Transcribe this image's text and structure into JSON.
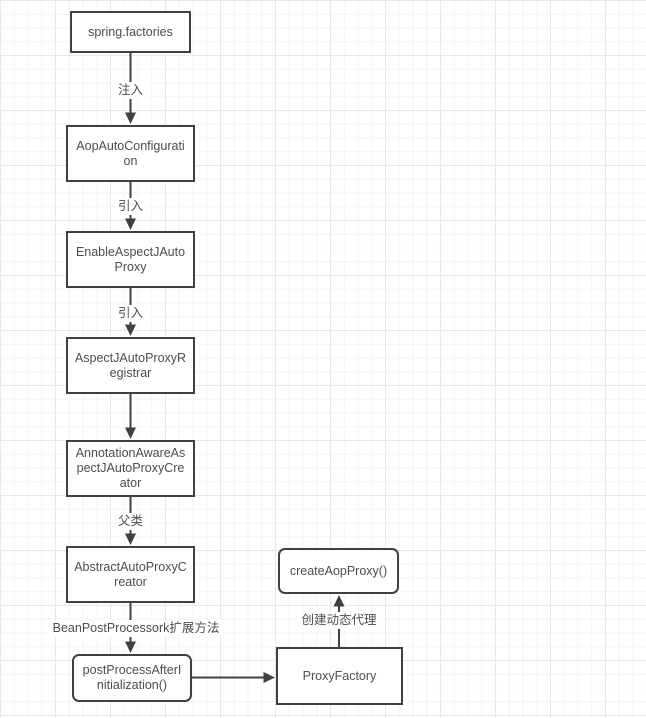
{
  "diagram": {
    "type": "flowchart",
    "nodes": [
      {
        "id": "spring_factories",
        "label": "spring.factories",
        "shape": "rect"
      },
      {
        "id": "aop_auto_configuration",
        "label": "AopAutoConfiguration",
        "shape": "rect"
      },
      {
        "id": "enable_aspectj_auto_proxy",
        "label": "EnableAspectJAutoProxy",
        "shape": "rect"
      },
      {
        "id": "aspectj_auto_proxy_registrar",
        "label": "AspectJAutoProxyRegistrar",
        "shape": "rect"
      },
      {
        "id": "annotation_aware_aspectj_auto_proxy_creator",
        "label": "AnnotationAwareAspectJAutoProxyCreator",
        "shape": "rect"
      },
      {
        "id": "abstract_auto_proxy_creator",
        "label": "AbstractAutoProxyCreator",
        "shape": "rect"
      },
      {
        "id": "post_process_after_initialization",
        "label": "postProcessAfterInitialization()",
        "shape": "rounded"
      },
      {
        "id": "proxy_factory",
        "label": "ProxyFactory",
        "shape": "rect"
      },
      {
        "id": "create_aop_proxy",
        "label": "createAopProxy()",
        "shape": "rounded"
      }
    ],
    "edges": [
      {
        "from": "spring.factories",
        "to": "AopAutoConfiguration",
        "label": "注入",
        "direction": "down"
      },
      {
        "from": "AopAutoConfiguration",
        "to": "EnableAspectJAutoProxy",
        "label": "引入",
        "direction": "down"
      },
      {
        "from": "EnableAspectJAutoProxy",
        "to": "AspectJAutoProxyRegistrar",
        "label": "引入",
        "direction": "down"
      },
      {
        "from": "AspectJAutoProxyRegistrar",
        "to": "AnnotationAwareAspectJAutoProxyCreator",
        "label": "",
        "direction": "down"
      },
      {
        "from": "AnnotationAwareAspectJAutoProxyCreator",
        "to": "AbstractAutoProxyCreator",
        "label": "父类",
        "direction": "down"
      },
      {
        "from": "AbstractAutoProxyCreator",
        "to": "postProcessAfterInitialization()",
        "label": "BeanPostProcessork扩展方法",
        "direction": "down"
      },
      {
        "from": "postProcessAfterInitialization()",
        "to": "ProxyFactory",
        "label": "",
        "direction": "right"
      },
      {
        "from": "ProxyFactory",
        "to": "createAopProxy()",
        "label": "创建动态代理",
        "direction": "up"
      }
    ],
    "colors": {
      "node_border": "#404040",
      "node_fill": "#ffffff",
      "edge": "#404040",
      "text": "#4d4d4d",
      "grid_minor": "#f4f4f4",
      "grid_major": "#e8e8e8",
      "canvas": "#ffffff"
    }
  }
}
